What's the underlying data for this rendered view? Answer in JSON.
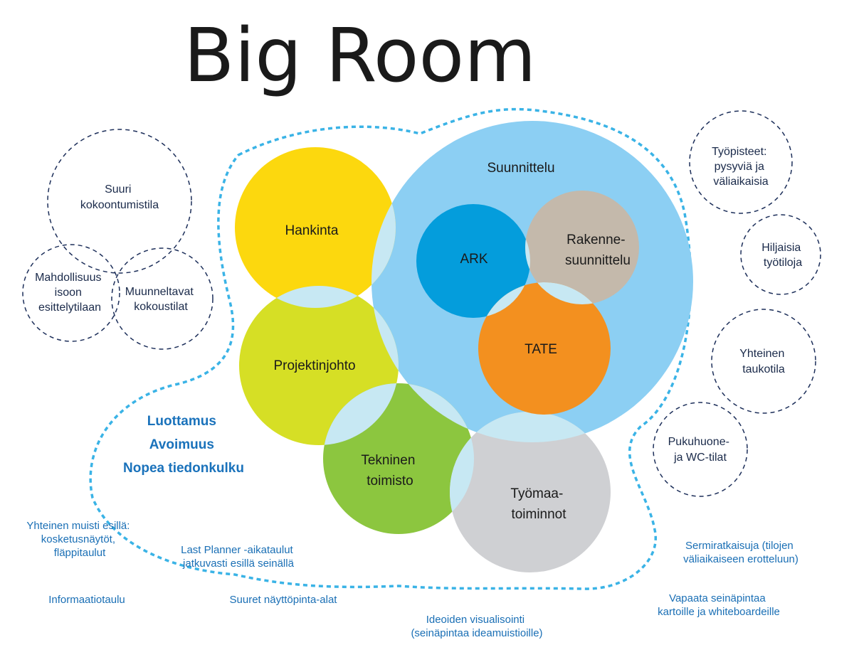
{
  "title": "Big Room",
  "colors": {
    "suunnittelu": "#8ccff3",
    "hankinta": "#fcd80e",
    "projektinjohto": "#d6df25",
    "tekninen": "#8cc63f",
    "tyomaa": "#cfd0d3",
    "ark": "#049ddc",
    "rakenne": "#c4b9ab",
    "tate": "#f3901f",
    "overlap": "#c7e8f3",
    "boundary": "#3ab3e6",
    "side_circle": "#1d2f5a",
    "note_text": "#1a6fb5"
  },
  "circles": {
    "suunnittelu": "Suunnittelu",
    "hankinta": "Hankinta",
    "projektinjohto": "Projektinjohto",
    "tekninen": [
      "Tekninen",
      "toimisto"
    ],
    "tyomaa": [
      "Työmaa-",
      "toiminnot"
    ],
    "ark": "ARK",
    "rakenne": [
      "Rakenne-",
      "suunnittelu"
    ],
    "tate": "TATE"
  },
  "side_circles": {
    "left": [
      [
        "Suuri",
        "kokoontumistila"
      ],
      [
        "Mahdollisuus",
        "isoon",
        "esittelytilaan"
      ],
      [
        "Muunneltavat",
        "kokoustilat"
      ]
    ],
    "right": [
      [
        "Työpisteet:",
        "pysyviä ja",
        "väliaikaisia"
      ],
      [
        "Hiljaisia",
        "työtiloja"
      ],
      [
        "Yhteinen",
        "taukotila"
      ],
      [
        "Pukuhuone-",
        "ja WC-tilat"
      ]
    ]
  },
  "values": [
    "Luottamus",
    "Avoimuus",
    "Nopea tiedonkulku"
  ],
  "notes": {
    "muisti": [
      "Yhteinen muisti esillä:",
      "kosketusnäytöt,",
      "fläppitaulut"
    ],
    "planner": [
      "Last Planner -aikataulut",
      "jatkuvasti esillä seinällä"
    ],
    "informaatio": [
      "Informaatiotaulu"
    ],
    "naytto": [
      "Suuret näyttöpinta-alat"
    ],
    "ideoiden": [
      "Ideoiden visualisointi",
      "(seinäpintaa ideamuistioille)"
    ],
    "sermi": [
      "Sermiratkaisuja (tilojen",
      "väliaikaiseen erotteluun)"
    ],
    "vapaata": [
      "Vapaata seinäpintaa",
      "kartoille ja whiteboardeille"
    ]
  }
}
